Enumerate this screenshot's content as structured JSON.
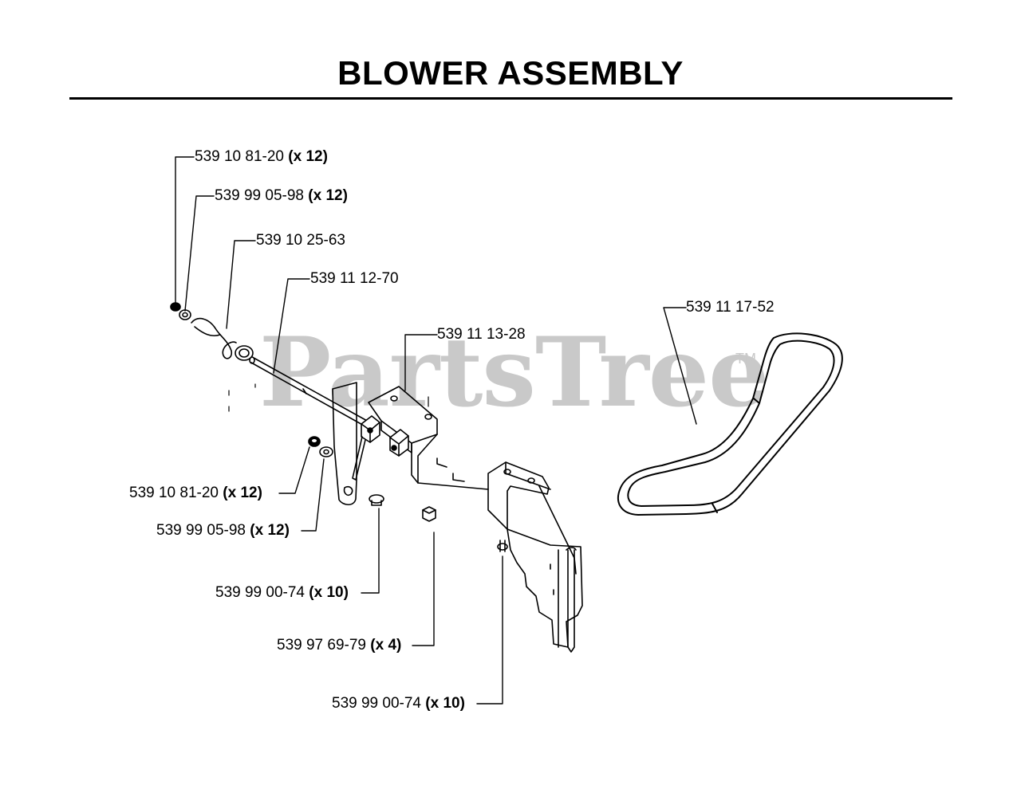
{
  "page": {
    "title": "BLOWER ASSEMBLY",
    "watermark": "PartsTree",
    "watermark_mark": "TM"
  },
  "callouts": [
    {
      "id": "c1",
      "part": "539 10 81-20",
      "qty": "(x 12)"
    },
    {
      "id": "c2",
      "part": "539 99 05-98",
      "qty": "(x 12)"
    },
    {
      "id": "c3",
      "part": "539 10 25-63",
      "qty": ""
    },
    {
      "id": "c4",
      "part": "539 11 12-70",
      "qty": ""
    },
    {
      "id": "c5",
      "part": "539 11 13-28",
      "qty": ""
    },
    {
      "id": "c6",
      "part": "539 11 17-52",
      "qty": ""
    },
    {
      "id": "c7",
      "part": "539 10 81-20",
      "qty": "(x 12)"
    },
    {
      "id": "c8",
      "part": "539 99 05-98",
      "qty": "(x 12)"
    },
    {
      "id": "c9",
      "part": "539 99 00-74",
      "qty": "(x 10)"
    },
    {
      "id": "c10",
      "part": "539 97 69-79",
      "qty": "(x 4)"
    },
    {
      "id": "c11",
      "part": "539 99 00-74",
      "qty": "(x 10)"
    }
  ]
}
